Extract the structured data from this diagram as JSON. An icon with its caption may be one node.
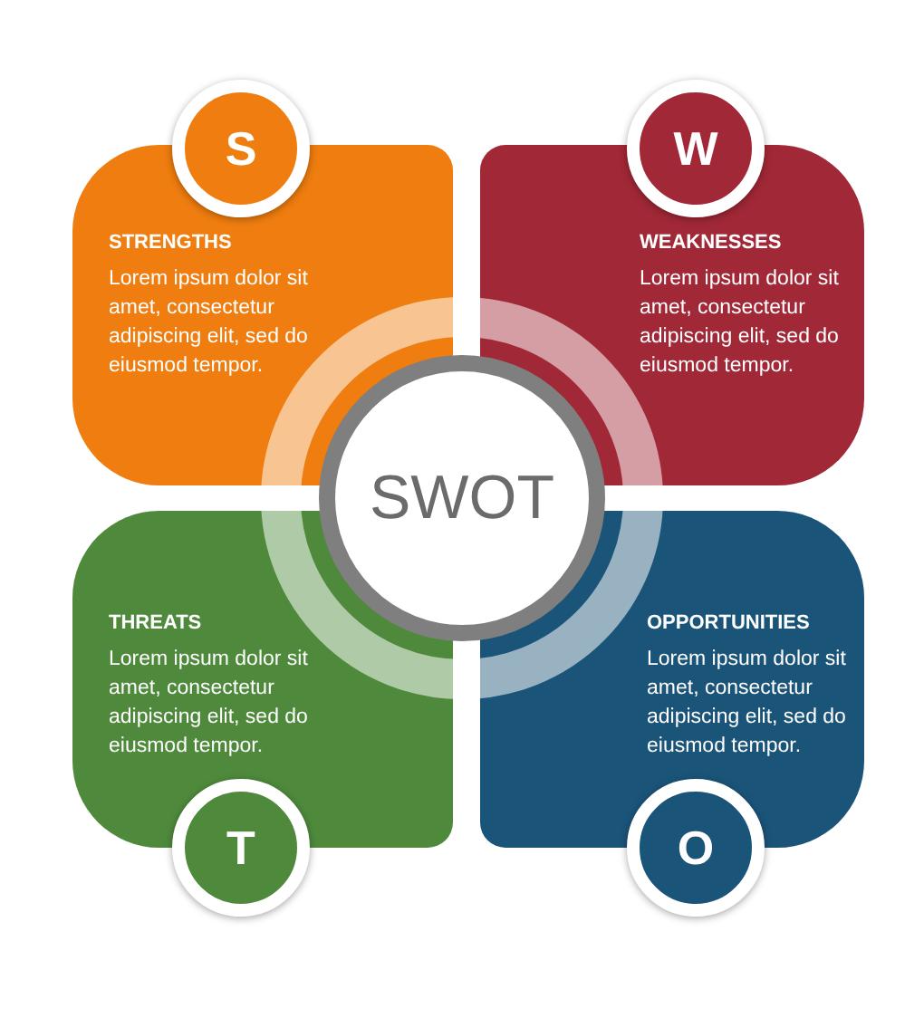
{
  "diagram": {
    "nodes": [
      {
        "text": [
          "S"
        ]
      },
      {
        "text": [
          "STRENGTHS",
          "Lorem ipsum dolor sit amet, consectetur adipiscing elit, sed do eiusmod tempor."
        ]
      },
      {
        "text": [
          "W"
        ]
      },
      {
        "text": [
          "WEAKNESSES",
          "Lorem ipsum dolor sit amet, consectetur adipiscing elit, sed do eiusmod tempor."
        ]
      },
      {
        "text": [
          "SWOT"
        ]
      },
      {
        "text": [
          "THREATS",
          "Lorem ipsum dolor sit amet, consectetur adipiscing elit, sed do eiusmod tempor."
        ]
      },
      {
        "text": [
          "OPPORTUNITIES",
          "Lorem ipsum dolor sit amet, consectetur adipiscing elit, sed do eiusmod tempor."
        ]
      },
      {
        "text": [
          "T"
        ]
      },
      {
        "text": [
          "O"
        ]
      }
    ]
  }
}
